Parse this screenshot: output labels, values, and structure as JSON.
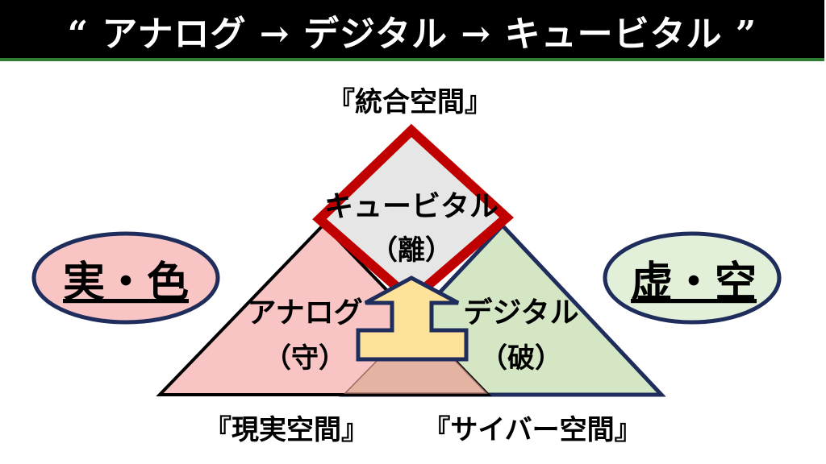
{
  "header": {
    "title": "“ アナログ → デジタル → キュービタル ”"
  },
  "labels": {
    "top_space": "『統合空間』",
    "cubital": "キュービタル",
    "cubital_sub": "（離）",
    "analog": "アナログ",
    "analog_sub": "（守）",
    "digital": "デジタル",
    "digital_sub": "（破）",
    "real_space": "『現実空間』",
    "cyber_space": "『サイバー空間』",
    "left_ellipse": "実・色",
    "right_ellipse": "虚・空"
  },
  "colors": {
    "analog_fill": "#f8c4c4",
    "digital_fill": "#d4e6c3",
    "overlap_fill": "#e4b3a2",
    "diamond_fill": "#e6e6e6",
    "diamond_border": "#c00000",
    "navy": "#1f2d5c",
    "arrow_fill": "#fde39a",
    "header_accent": "#2e7d32"
  }
}
